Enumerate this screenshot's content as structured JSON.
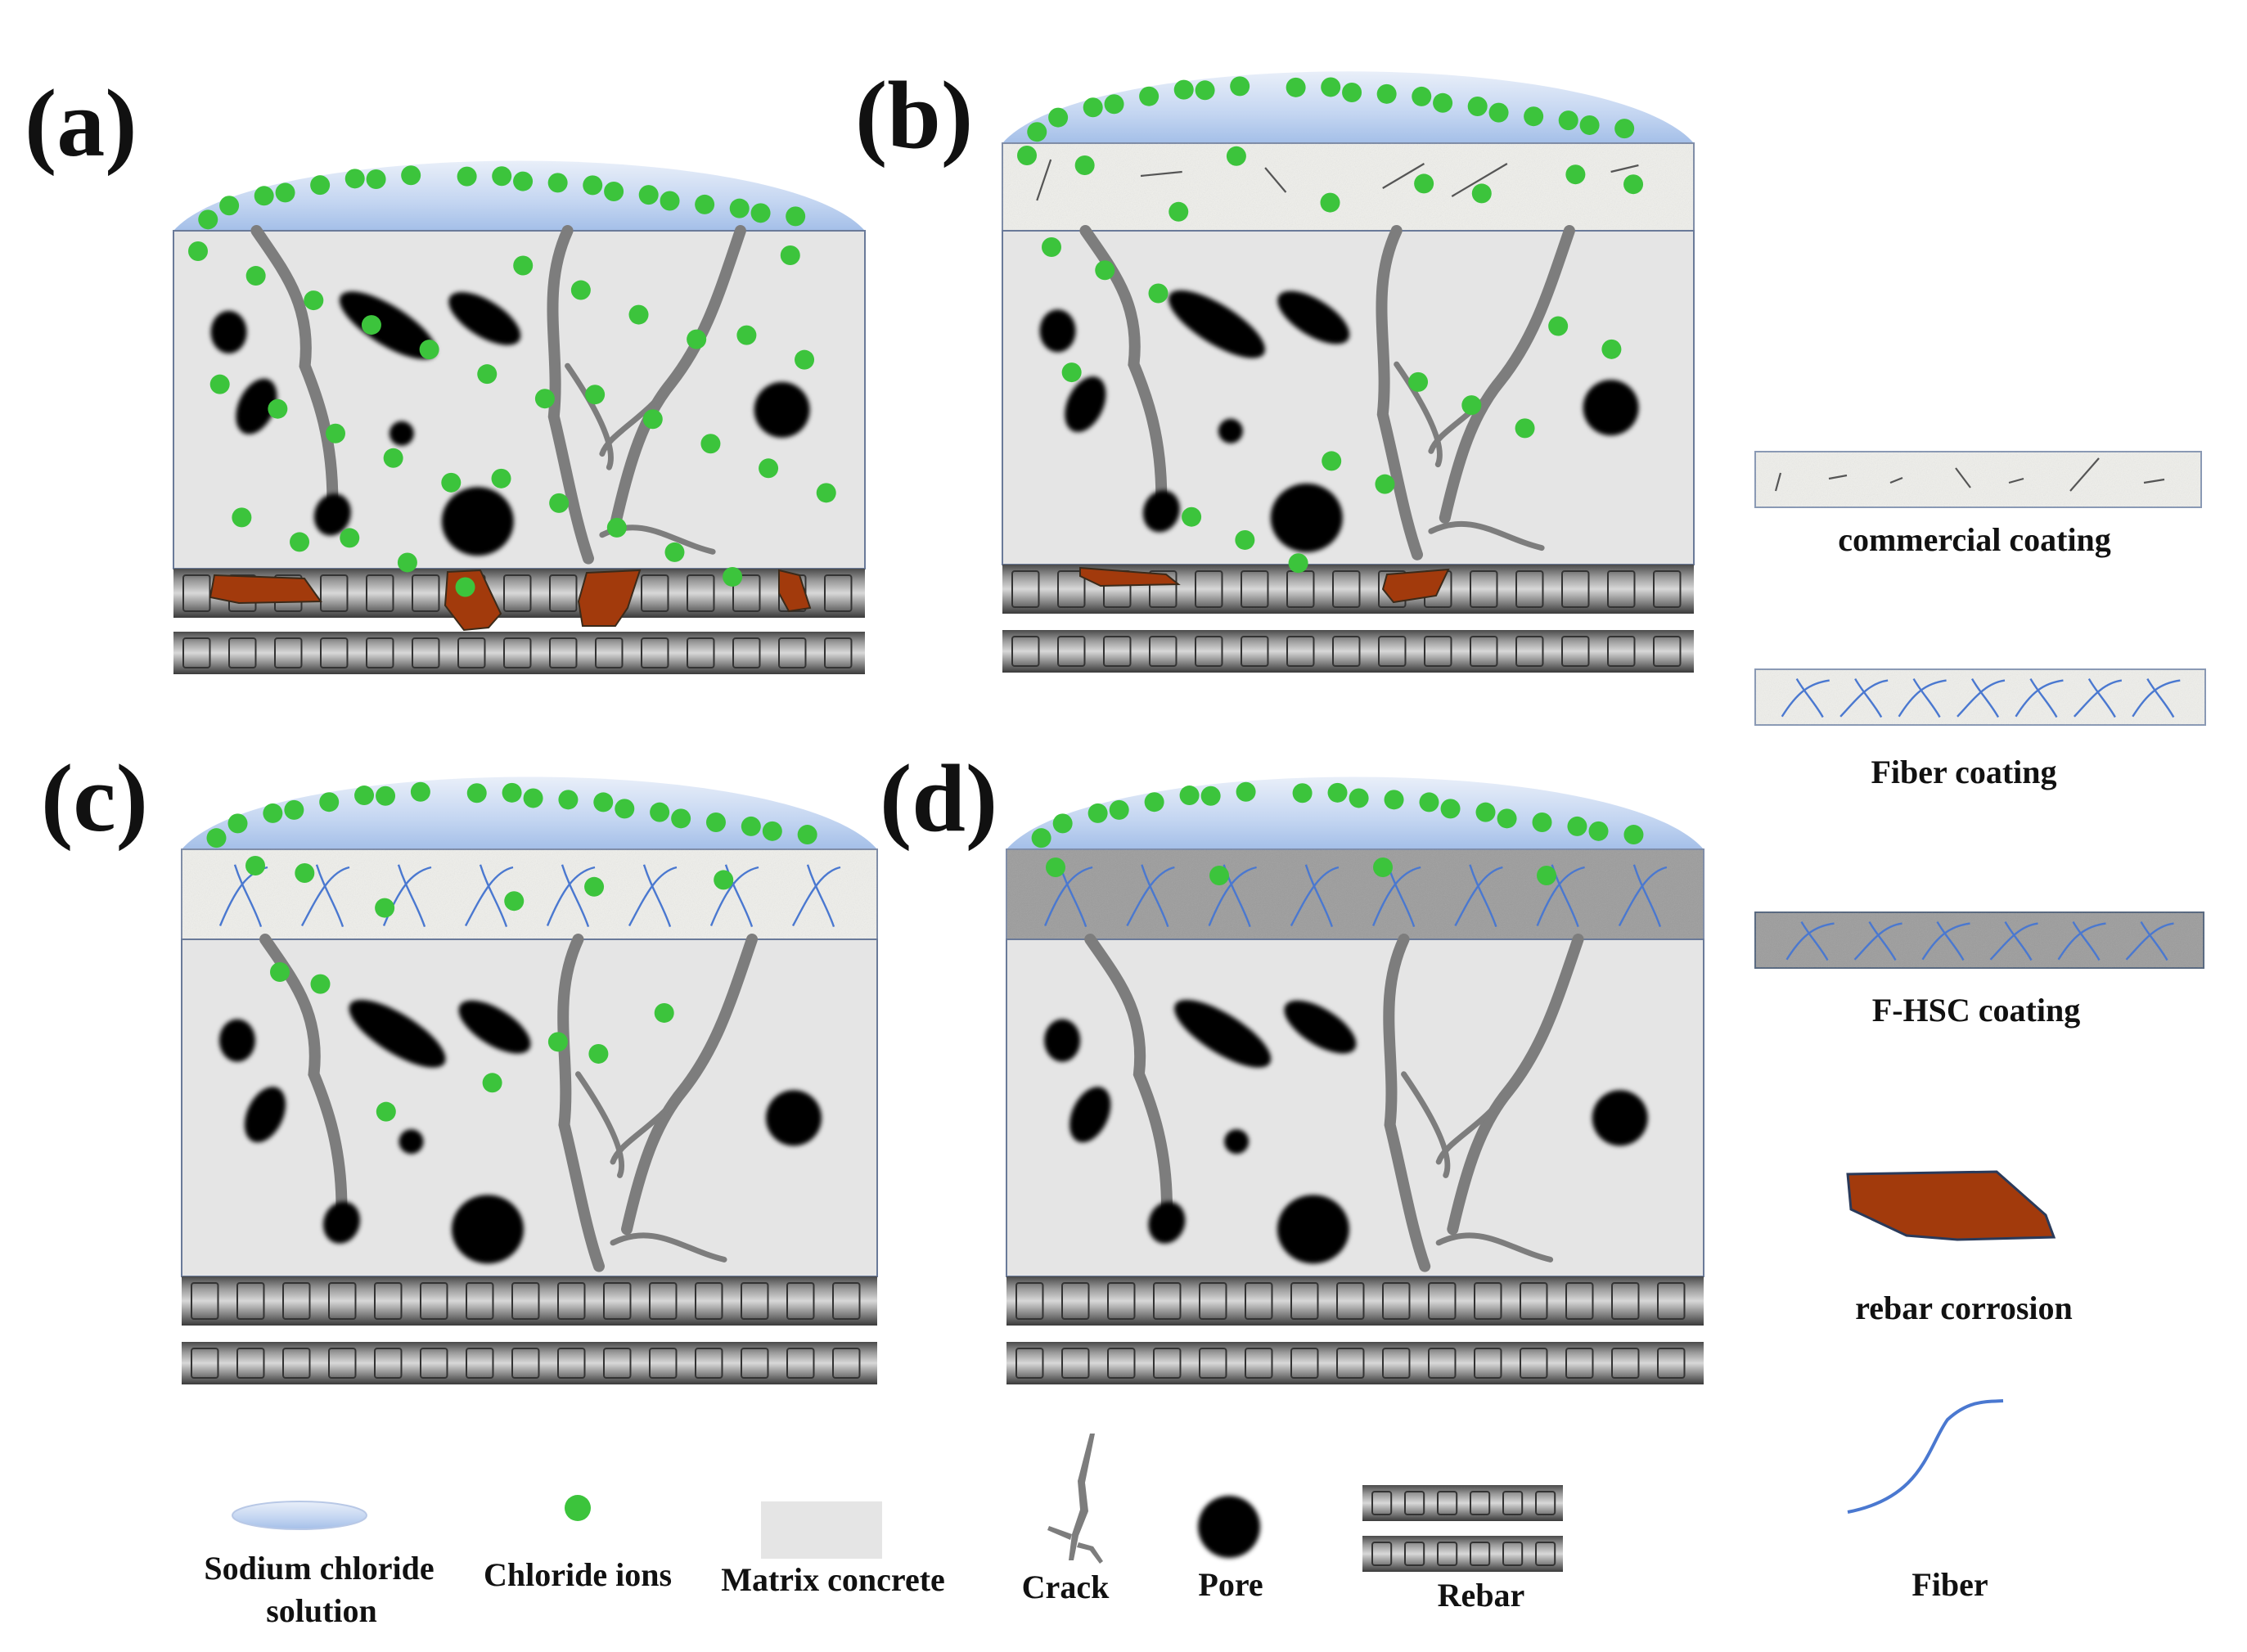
{
  "panels": [
    {
      "id": "a",
      "label": "(a)",
      "coating": "none"
    },
    {
      "id": "b",
      "label": "(b)",
      "coating": "commercial"
    },
    {
      "id": "c",
      "label": "(c)",
      "coating": "fiber"
    },
    {
      "id": "d",
      "label": "(d)",
      "coating": "fhsc"
    }
  ],
  "side_legend": {
    "commercial": "commercial coating",
    "fiber": "Fiber coating",
    "fhsc": "F-HSC coating",
    "corrosion": "rebar corrosion",
    "fiber_item": "Fiber"
  },
  "bottom_legend": {
    "solution_line1": "Sodium chloride",
    "solution_line2": "solution",
    "chloride": "Chloride ions",
    "matrix": "Matrix concrete",
    "crack": "Crack",
    "pore": "Pore",
    "rebar": "Rebar"
  },
  "colors": {
    "solution": "#a9c3ea",
    "chloride": "#3cc43c",
    "matrix": "#e5e5e5",
    "commercial_coating": "#efefeb",
    "fhsc_coating": "#9c9c9c",
    "fiber": "#4a78d0",
    "corrosion": "#a23a0c",
    "crack": "#7d7d7d",
    "pore": "#000000"
  }
}
